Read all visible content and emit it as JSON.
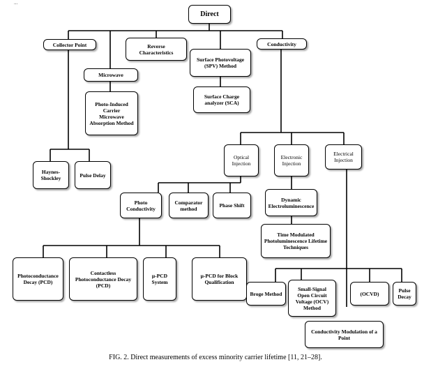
{
  "header_fragment": "...",
  "nodes": {
    "direct": "Direct",
    "collector_point": "Collector Point",
    "microwave": "Microwave",
    "reverse": "Reverse\nCharacteristics",
    "spv": "Surface Photovoltage\n(SPV) Method",
    "sca": "Surface Charge\nanalyzer (SCA)",
    "conductivity": "Conductivity",
    "photo_induced": "Photo-Induced\nCarrier\nMicrowave\nAbsorption Method",
    "haynes": "Haynes-\nShockley",
    "pulse_delay": "Pulse Delay",
    "optical": "Optical\nInjection",
    "electronic": "Electronic\nInjection",
    "electrical": "Electrical\nInjection",
    "photo_cond": "Photo\nConductivity",
    "comparator": "Comparator\nmethod",
    "phase_shift": "Phase Shift",
    "dynamic_el": "Dynamic\nElectroluminescence",
    "tmpl": "Time Modulated\nPhotoluminescence Lifetime\nTechniques",
    "pcd": "Photoconductance\nDecay (PCD)",
    "contactless": "Contactless\nPhotoconductance Decay\n(PCD)",
    "mu_pcd": "μ-PCD\nSystem",
    "mu_pcd_block": "μ-PCD for Block\nQualification",
    "broge": "Broge Method",
    "small_signal": "Small-Signal\nOpen Circuit\nVoltage (OCV)\nMethod",
    "ocvd": "(OCVD)",
    "pulse_decay": "Pulse\nDecay",
    "cond_mod": "Conductivity Modulation of a\nPoint"
  },
  "caption": "FIG. 2. Direct measurements of excess minority carrier lifetime [11, 21–28]."
}
